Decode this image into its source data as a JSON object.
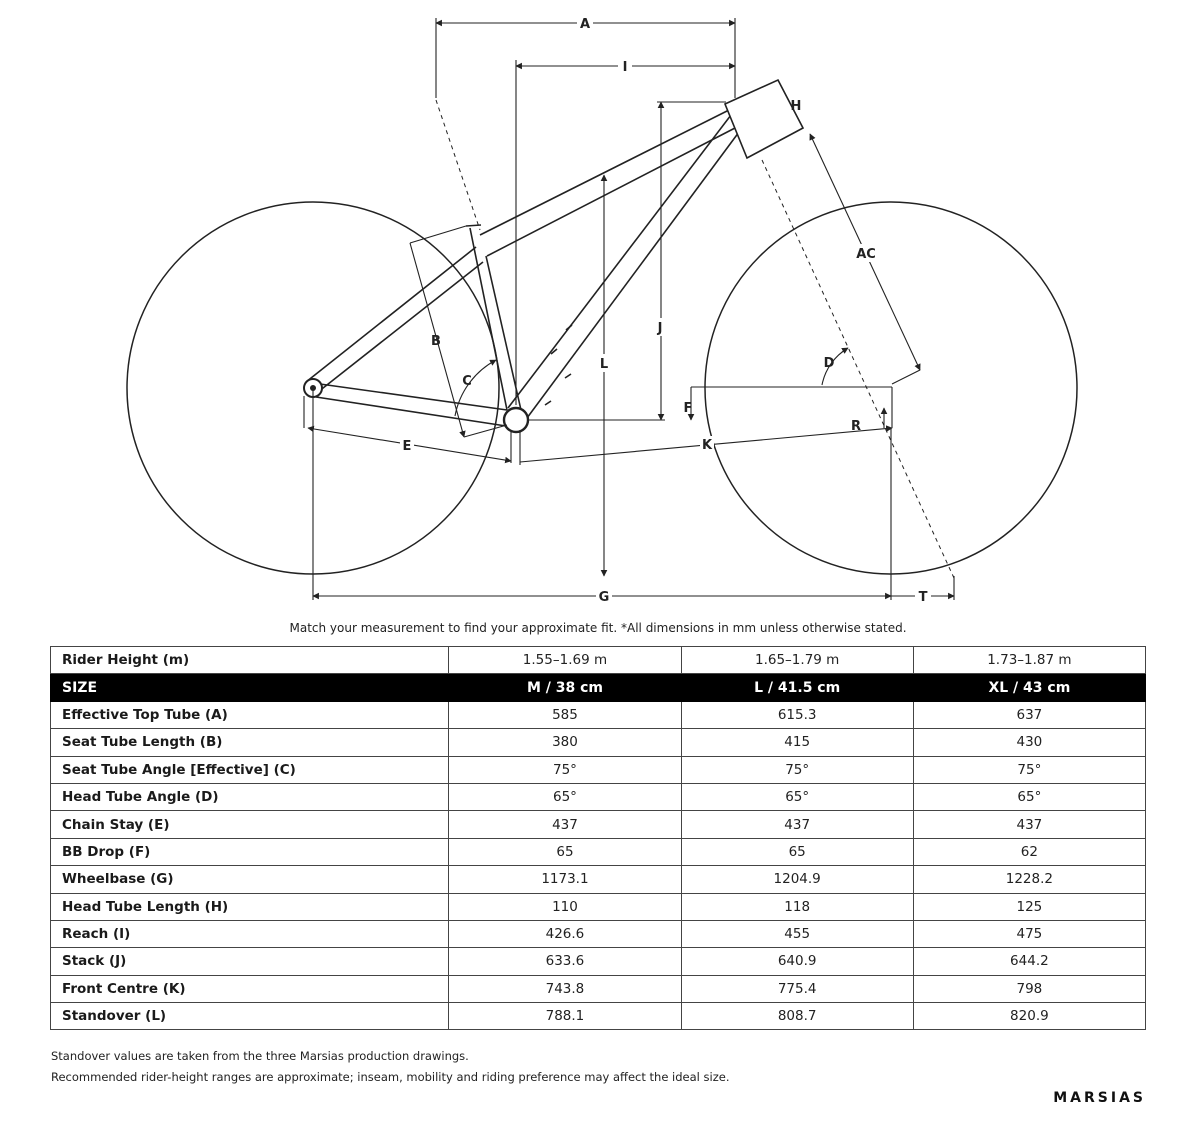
{
  "diagram": {
    "labels": [
      "A",
      "I",
      "H",
      "AC",
      "B",
      "C",
      "D",
      "J",
      "L",
      "F",
      "R",
      "K",
      "E",
      "G",
      "T"
    ]
  },
  "caption": "Match your measurement to find your approximate fit. *All dimensions in mm unless otherwise stated.",
  "table": {
    "rows": [
      {
        "label": "Rider Height (m)",
        "values": [
          "1.55–1.69 m",
          "1.65–1.79 m",
          "1.73–1.87 m"
        ],
        "highlight": false
      },
      {
        "label": "SIZE",
        "values": [
          "M / 38 cm",
          "L / 41.5 cm",
          "XL / 43 cm"
        ],
        "highlight": true
      },
      {
        "label": "Effective Top Tube (A)",
        "values": [
          "585",
          "615.3",
          "637"
        ],
        "highlight": false
      },
      {
        "label": "Seat Tube Length (B)",
        "values": [
          "380",
          "415",
          "430"
        ],
        "highlight": false
      },
      {
        "label": "Seat Tube Angle [Effective] (C)",
        "values": [
          "75°",
          "75°",
          "75°"
        ],
        "highlight": false
      },
      {
        "label": "Head Tube Angle (D)",
        "values": [
          "65°",
          "65°",
          "65°"
        ],
        "highlight": false
      },
      {
        "label": "Chain Stay (E)",
        "values": [
          "437",
          "437",
          "437"
        ],
        "highlight": false
      },
      {
        "label": "BB Drop (F)",
        "values": [
          "65",
          "65",
          "62"
        ],
        "highlight": false
      },
      {
        "label": "Wheelbase (G)",
        "values": [
          "1173.1",
          "1204.9",
          "1228.2"
        ],
        "highlight": false
      },
      {
        "label": "Head Tube Length (H)",
        "values": [
          "110",
          "118",
          "125"
        ],
        "highlight": false
      },
      {
        "label": "Reach (I)",
        "values": [
          "426.6",
          "455",
          "475"
        ],
        "highlight": false
      },
      {
        "label": "Stack (J)",
        "values": [
          "633.6",
          "640.9",
          "644.2"
        ],
        "highlight": false
      },
      {
        "label": "Front Centre (K)",
        "values": [
          "743.8",
          "775.4",
          "798"
        ],
        "highlight": false
      },
      {
        "label": "Standover (L)",
        "values": [
          "788.1",
          "808.7",
          "820.9"
        ],
        "highlight": false
      }
    ]
  },
  "notes": [
    "Standover values are taken from the three Marsias production drawings.",
    "Recommended rider-height ranges are approximate; inseam, mobility and riding preference may affect the ideal size."
  ],
  "brand": "MARSIAS"
}
